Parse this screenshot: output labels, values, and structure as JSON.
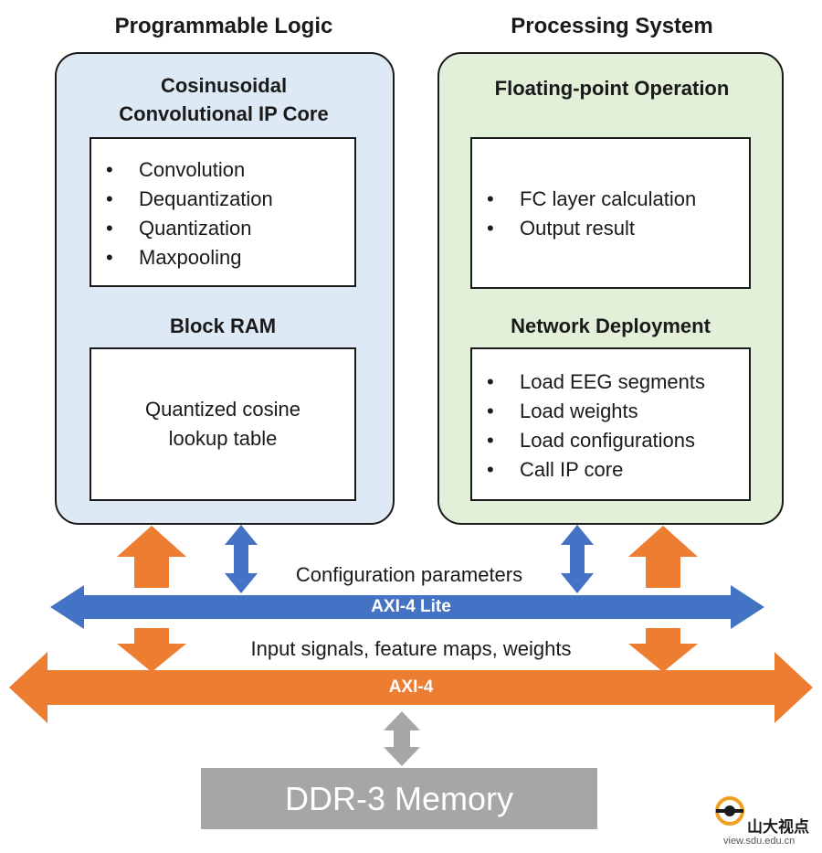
{
  "headings": {
    "left": "Programmable Logic",
    "right": "Processing System"
  },
  "pl": {
    "ip_title": "Cosinusoidal Convolutional IP Core",
    "ip_items": [
      "Convolution",
      "Dequantization",
      "Quantization",
      "Maxpooling"
    ],
    "bram_title": "Block RAM",
    "bram_text": "Quantized cosine lookup table"
  },
  "ps": {
    "fp_title": "Floating-point Operation",
    "fp_items": [
      "FC layer calculation",
      "Output result"
    ],
    "nd_title": "Network Deployment",
    "nd_items": [
      "Load EEG segments",
      "Load weights",
      "Load configurations",
      "Call IP core"
    ]
  },
  "buses": {
    "lite_caption": "Configuration parameters",
    "lite_name": "AXI-4 Lite",
    "full_caption": "Input signals, feature maps, weights",
    "full_name": "AXI-4"
  },
  "memory": {
    "label": "DDR-3 Memory"
  },
  "watermark": {
    "text": "山大视点",
    "sub": "view.sdu.edu.cn"
  },
  "colors": {
    "pl_fill": "#dde9f4",
    "ps_fill": "#e2efd9",
    "lite_blue": "#4472c4",
    "axi_orange": "#ed7d31",
    "memory_gray": "#a6a6a6"
  }
}
